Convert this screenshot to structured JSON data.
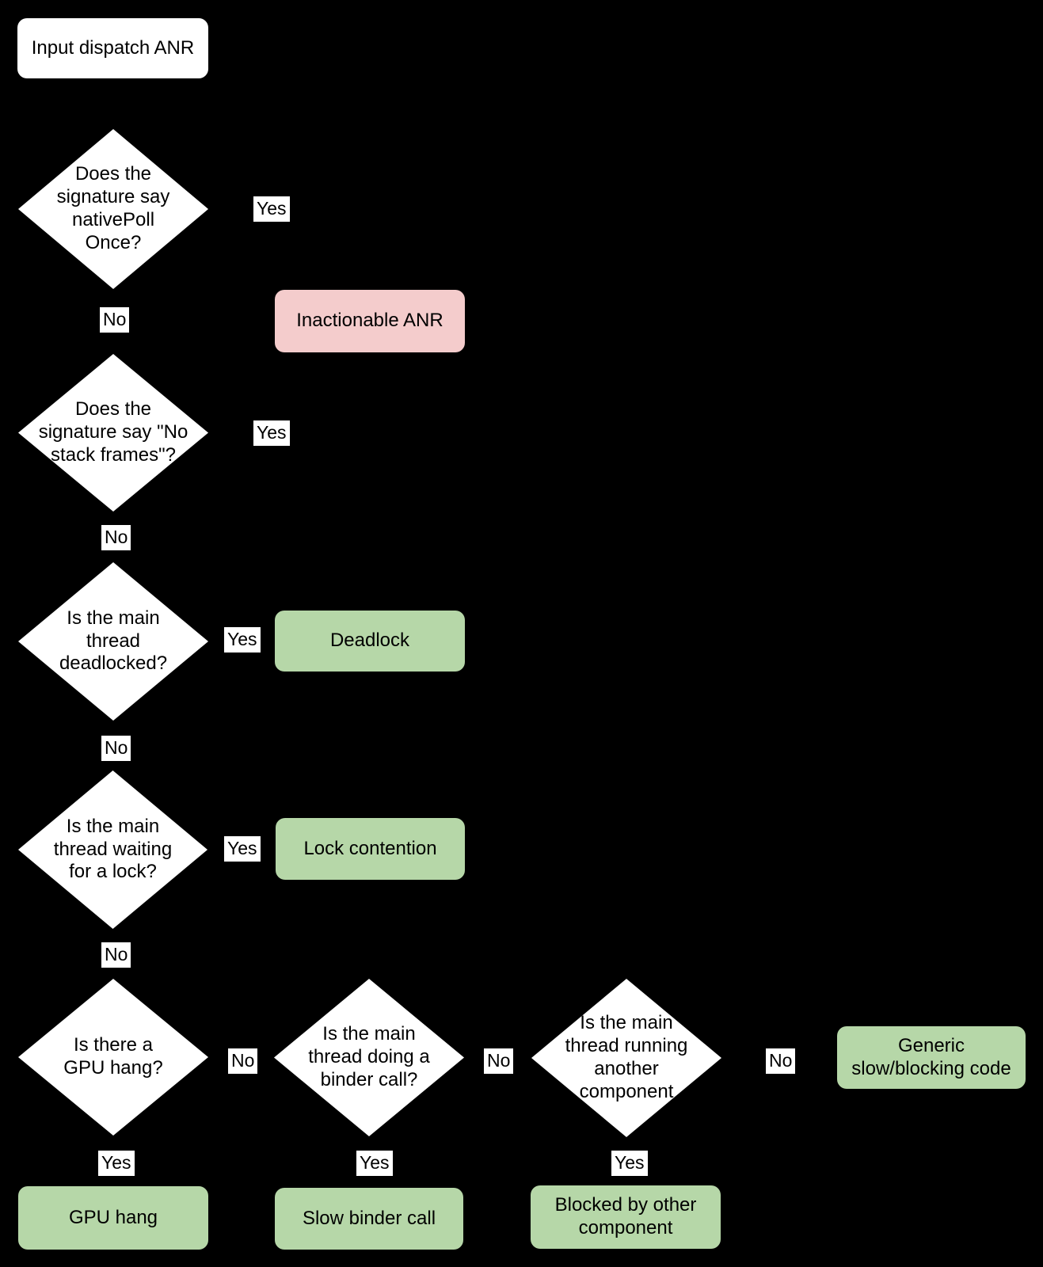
{
  "colors": {
    "bg": "#000000",
    "node_fill": "#ffffff",
    "outcome_green": "#b6d7a8",
    "outcome_red": "#f4cccc",
    "text": "#000000"
  },
  "flowchart": {
    "start": {
      "label": "Input dispatch ANR"
    },
    "decisions": {
      "native_poll": {
        "label": "Does the\nsignature say\nnativePoll\nOnce?"
      },
      "no_stack_frames": {
        "label": "Does the\nsignature say \"No\nstack frames\"?"
      },
      "deadlocked": {
        "label": "Is the main\nthread\ndeadlocked?"
      },
      "waiting_lock": {
        "label": "Is the main\nthread waiting\nfor a lock?"
      },
      "gpu_hang": {
        "label": "Is there a\nGPU hang?"
      },
      "binder_call": {
        "label": "Is the main\nthread doing a\nbinder call?"
      },
      "other_component": {
        "label": "Is the main\nthread running\nanother\ncomponent"
      }
    },
    "outcomes": {
      "inactionable": {
        "label": "Inactionable ANR"
      },
      "deadlock": {
        "label": "Deadlock"
      },
      "lock_contention": {
        "label": "Lock contention"
      },
      "gpu_hang": {
        "label": "GPU hang"
      },
      "slow_binder": {
        "label": "Slow binder call"
      },
      "blocked_other": {
        "label": "Blocked by other\ncomponent"
      },
      "generic_slow": {
        "label": "Generic\nslow/blocking code"
      }
    },
    "edge_labels": {
      "native_poll_yes": "Yes",
      "native_poll_no": "No",
      "no_stack_frames_yes": "Yes",
      "no_stack_frames_no": "No",
      "deadlocked_yes": "Yes",
      "deadlocked_no": "No",
      "waiting_lock_yes": "Yes",
      "waiting_lock_no": "No",
      "gpu_hang_no": "No",
      "gpu_hang_yes": "Yes",
      "binder_call_no": "No",
      "binder_call_yes": "Yes",
      "other_component_no": "No",
      "other_component_yes": "Yes"
    }
  }
}
